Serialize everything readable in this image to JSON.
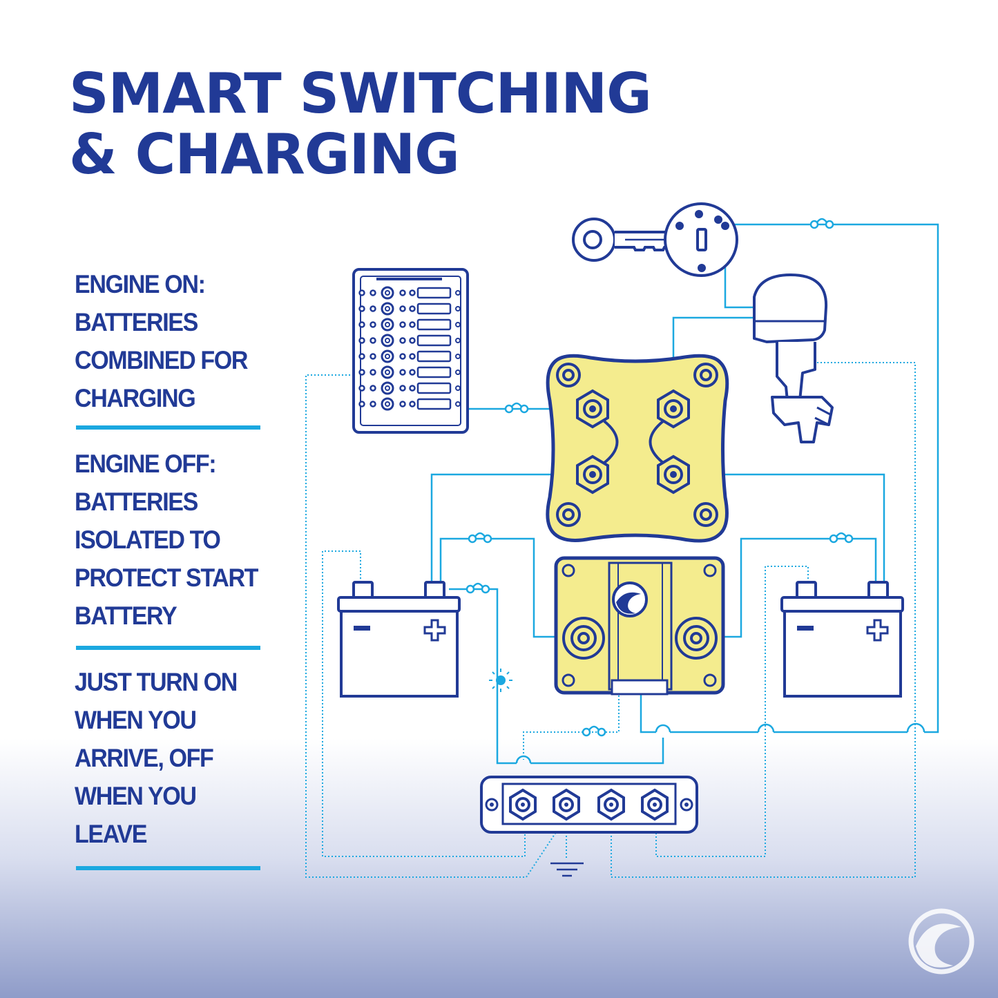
{
  "title": {
    "line1": "SMART SWITCHING",
    "line2": "& CHARGING"
  },
  "points": [
    {
      "lines": [
        "ENGINE ON:",
        "BATTERIES",
        "COMBINED FOR",
        "CHARGING"
      ]
    },
    {
      "lines": [
        "ENGINE OFF:",
        "BATTERIES",
        "ISOLATED TO",
        "PROTECT START",
        "BATTERY"
      ]
    },
    {
      "lines": [
        "JUST TURN ON",
        "WHEN YOU",
        "ARRIVE, OFF",
        "WHEN YOU",
        "LEAVE"
      ]
    }
  ],
  "colors": {
    "navy": "#213a96",
    "wire": "#1ba8e0",
    "yellow": "#f4ec8e",
    "background_bottom": "#8f9cc9"
  },
  "icons": [
    "key-icon",
    "ignition-switch-icon",
    "outboard-motor-icon",
    "circuit-breaker-panel-icon",
    "battery-switch-icon",
    "battery-combiner-icon",
    "battery-icon",
    "bus-bar-icon",
    "ground-icon",
    "light-icon",
    "fuse-icon",
    "brand-logo-icon"
  ]
}
